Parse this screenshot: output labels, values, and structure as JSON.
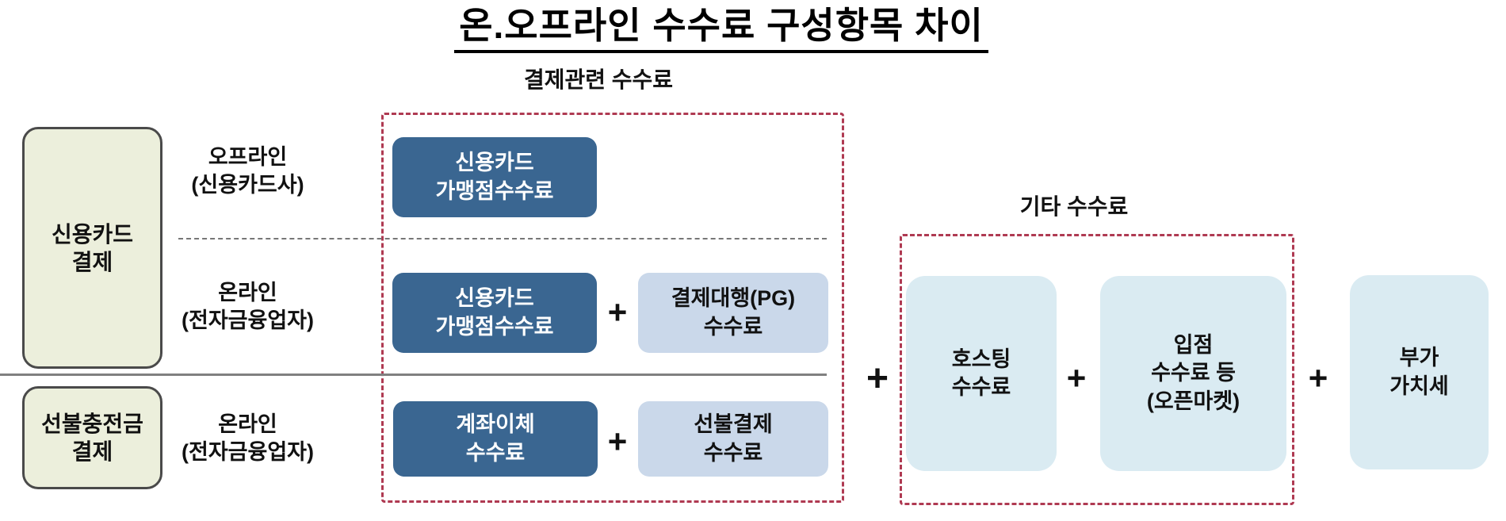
{
  "title": "온.오프라인 수수료 구성항목 차이",
  "groups": {
    "payment": {
      "label": "결제관련 수수료"
    },
    "other": {
      "label": "기타 수수료"
    }
  },
  "categories": {
    "credit_card": "신용카드\n결제",
    "prepaid": "선불충전금\n결제"
  },
  "row_labels": {
    "offline_card": "오프라인\n(신용카드사)",
    "online_efin_1": "온라인\n(전자금융업자)",
    "online_efin_2": "온라인\n(전자금융업자)"
  },
  "fee_boxes": {
    "card_merchant_offline": "신용카드\n가맹점수수료",
    "card_merchant_online": "신용카드\n가맹점수수료",
    "pg": "결제대행(PG)\n수수료",
    "account_transfer": "계좌이체\n수수료",
    "prepaid_payment": "선불결제\n수수료",
    "hosting": "호스팅\n수수료",
    "store_commission": "입점\n수수료 등\n(오픈마켓)",
    "vat": "부가\n가치세"
  },
  "operators": {
    "plus": "+"
  },
  "colors": {
    "dark_blue": "#3A6691",
    "light_blue": "#CAD8EA",
    "pale_cyan": "#DAEBF2",
    "pale_green": "#ECEFDC",
    "accent_red": "#AF3A52"
  }
}
